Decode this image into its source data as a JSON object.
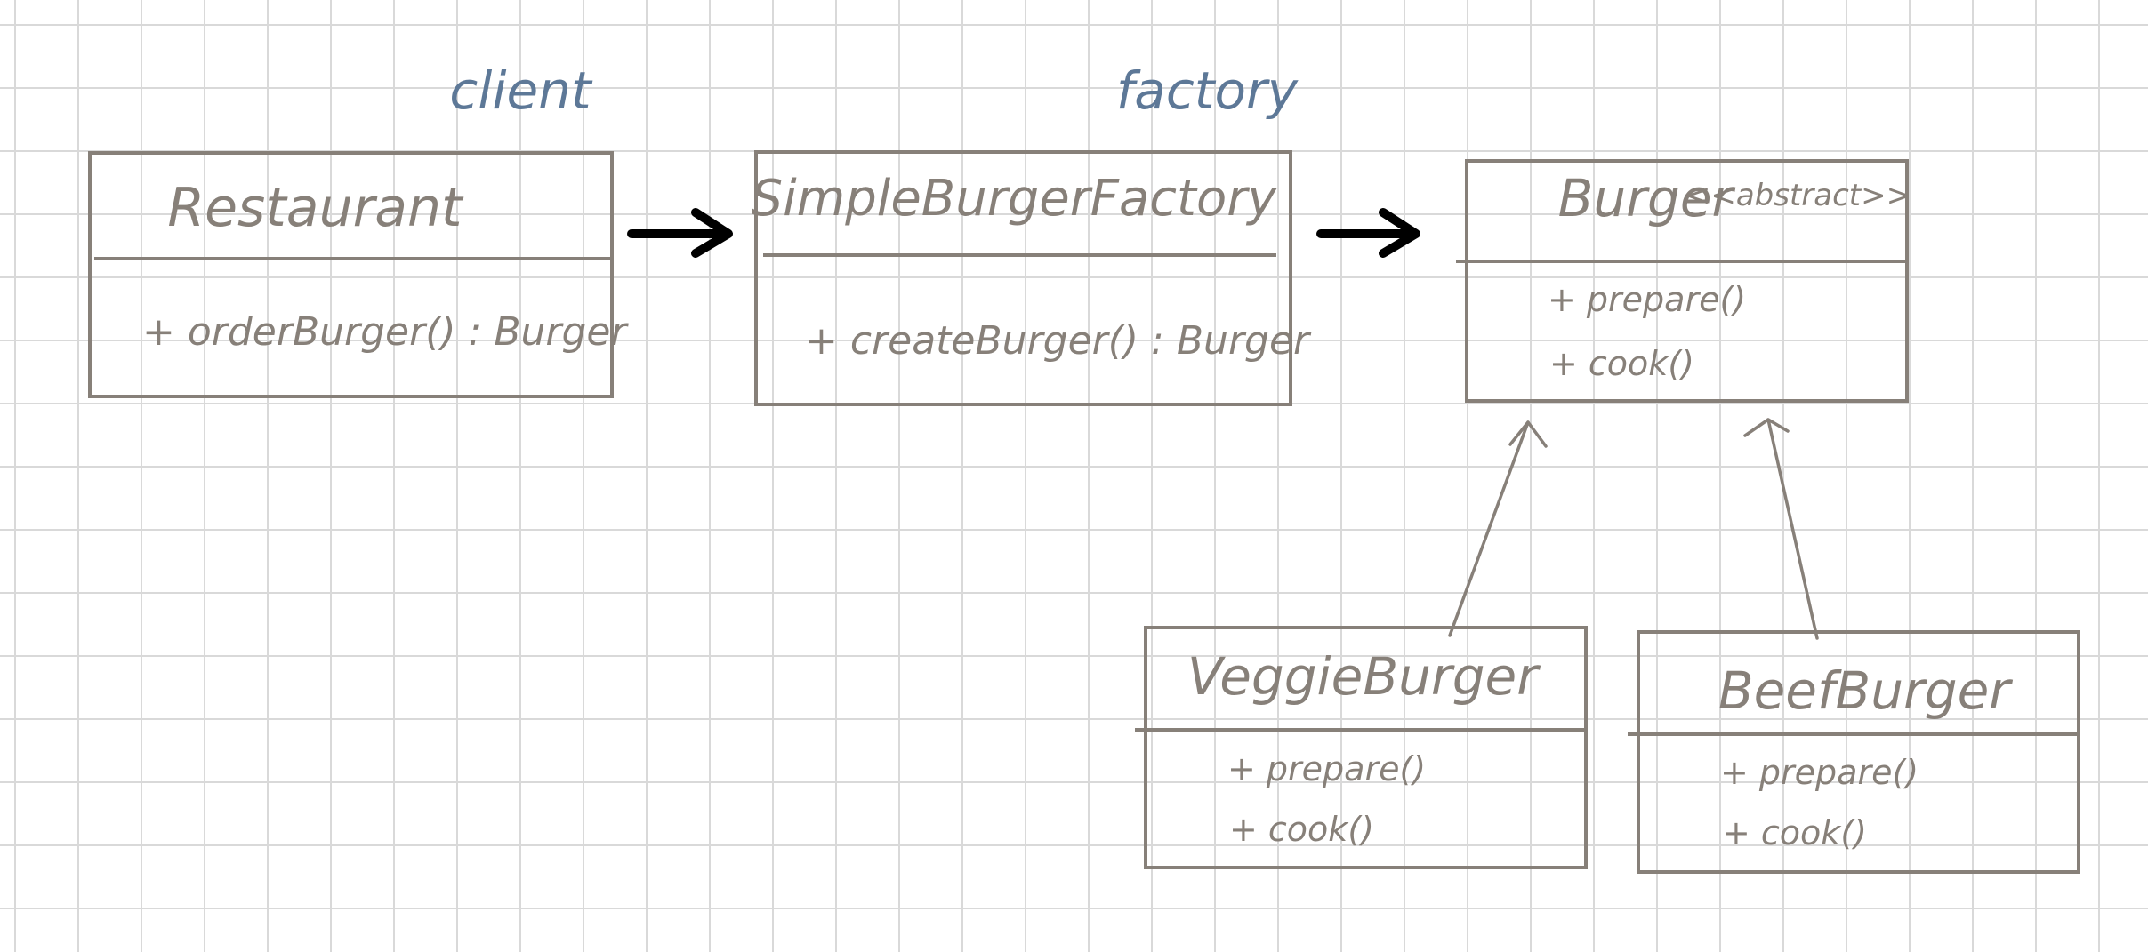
{
  "labels": {
    "client": "client",
    "factory": "factory"
  },
  "classes": {
    "restaurant": {
      "name": "Restaurant",
      "methods": [
        "+ orderBurger() : Burger"
      ]
    },
    "factory": {
      "name": "SimpleBurgerFactory",
      "methods": [
        "+ createBurger() : Burger"
      ]
    },
    "burger": {
      "name": "Burger",
      "stereotype": "<<abstract>>",
      "methods": [
        "+ prepare()",
        "+ cook()"
      ]
    },
    "veggie": {
      "name": "VeggieBurger",
      "methods": [
        "+ prepare()",
        "+ cook()"
      ]
    },
    "beef": {
      "name": "BeefBurger",
      "methods": [
        "+ prepare()",
        "+ cook()"
      ]
    }
  },
  "colors": {
    "ink": "#878079",
    "role": "#5d7897",
    "arrow": "#000000",
    "grid": "#d9d9d9"
  }
}
